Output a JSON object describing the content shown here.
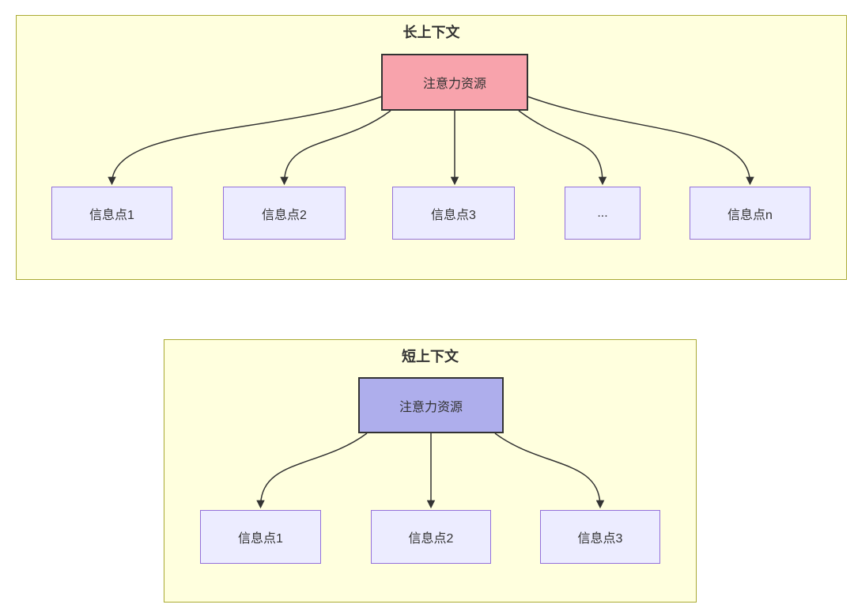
{
  "diagrams": [
    {
      "id": "long-context",
      "title": "长上下文",
      "root": "注意力资源",
      "root_color": "#f8a3ac",
      "children": [
        "信息点1",
        "信息点2",
        "信息点3",
        "...",
        "信息点n"
      ]
    },
    {
      "id": "short-context",
      "title": "短上下文",
      "root": "注意力资源",
      "root_color": "#aeaeec",
      "children": [
        "信息点1",
        "信息点2",
        "信息点3"
      ]
    }
  ],
  "colors": {
    "panel_fill": "#ffffde",
    "panel_border": "#aaaa33",
    "child_fill": "#ececff",
    "child_border": "#9370db",
    "node_border": "#333333",
    "edge": "#333333",
    "text": "#333333",
    "page_background": "#ffffff"
  }
}
